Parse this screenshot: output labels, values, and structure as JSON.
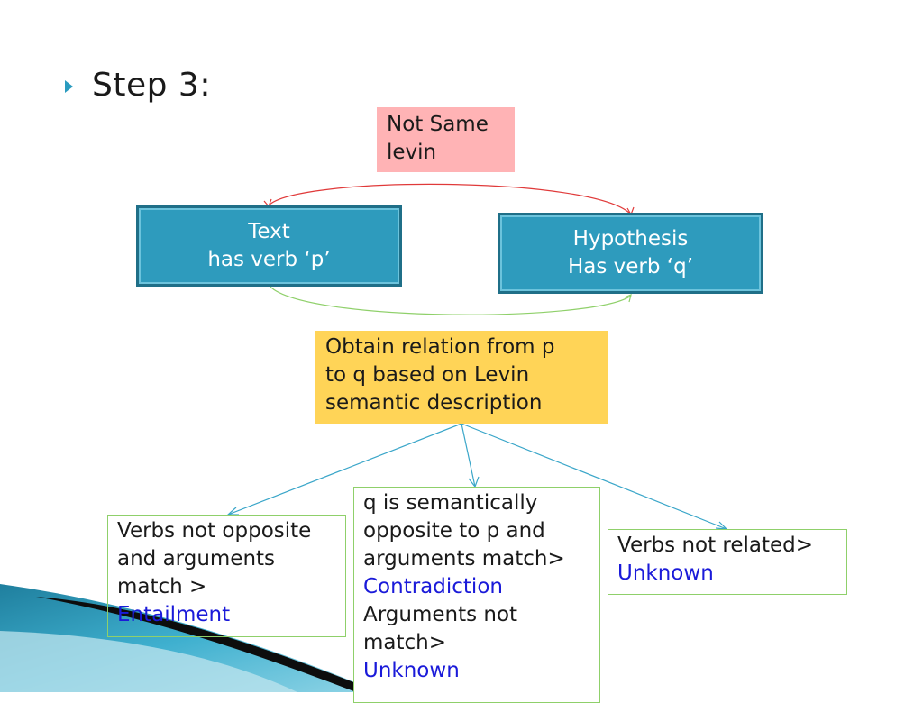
{
  "slide": {
    "heading": "Step 3:",
    "not_same_levin": [
      "Not Same",
      "levin"
    ],
    "text_box": [
      "Text",
      "has verb ‘p’"
    ],
    "hypothesis_box": [
      "Hypothesis",
      "Has verb ‘q’"
    ],
    "relation_box": [
      "Obtain relation from p",
      "to q based on Levin",
      "semantic description"
    ],
    "outcomes": {
      "left": {
        "lines": [
          "Verbs not opposite",
          "and arguments",
          "match >"
        ],
        "result": "Entailment"
      },
      "middle": {
        "lines": [
          "q is semantically",
          "opposite to p and",
          "arguments match>"
        ],
        "result": "Contradiction",
        "lines2": [
          "Arguments not",
          "match>"
        ],
        "result2": "Unknown"
      },
      "right": {
        "lines": [
          "Verbs not related>"
        ],
        "result": "Unknown"
      }
    }
  },
  "colors": {
    "accent_teal": "#2e9bbd",
    "pink_box": "#ffb3b5",
    "yellow_box": "#ffd457",
    "result_blue": "#1a1ad9",
    "red_arc": "#e03a3a",
    "green_arc": "#8fd06a",
    "blue_arrows": "#3aa6c9"
  },
  "icons": {
    "bullet": "triangle-right-icon"
  }
}
